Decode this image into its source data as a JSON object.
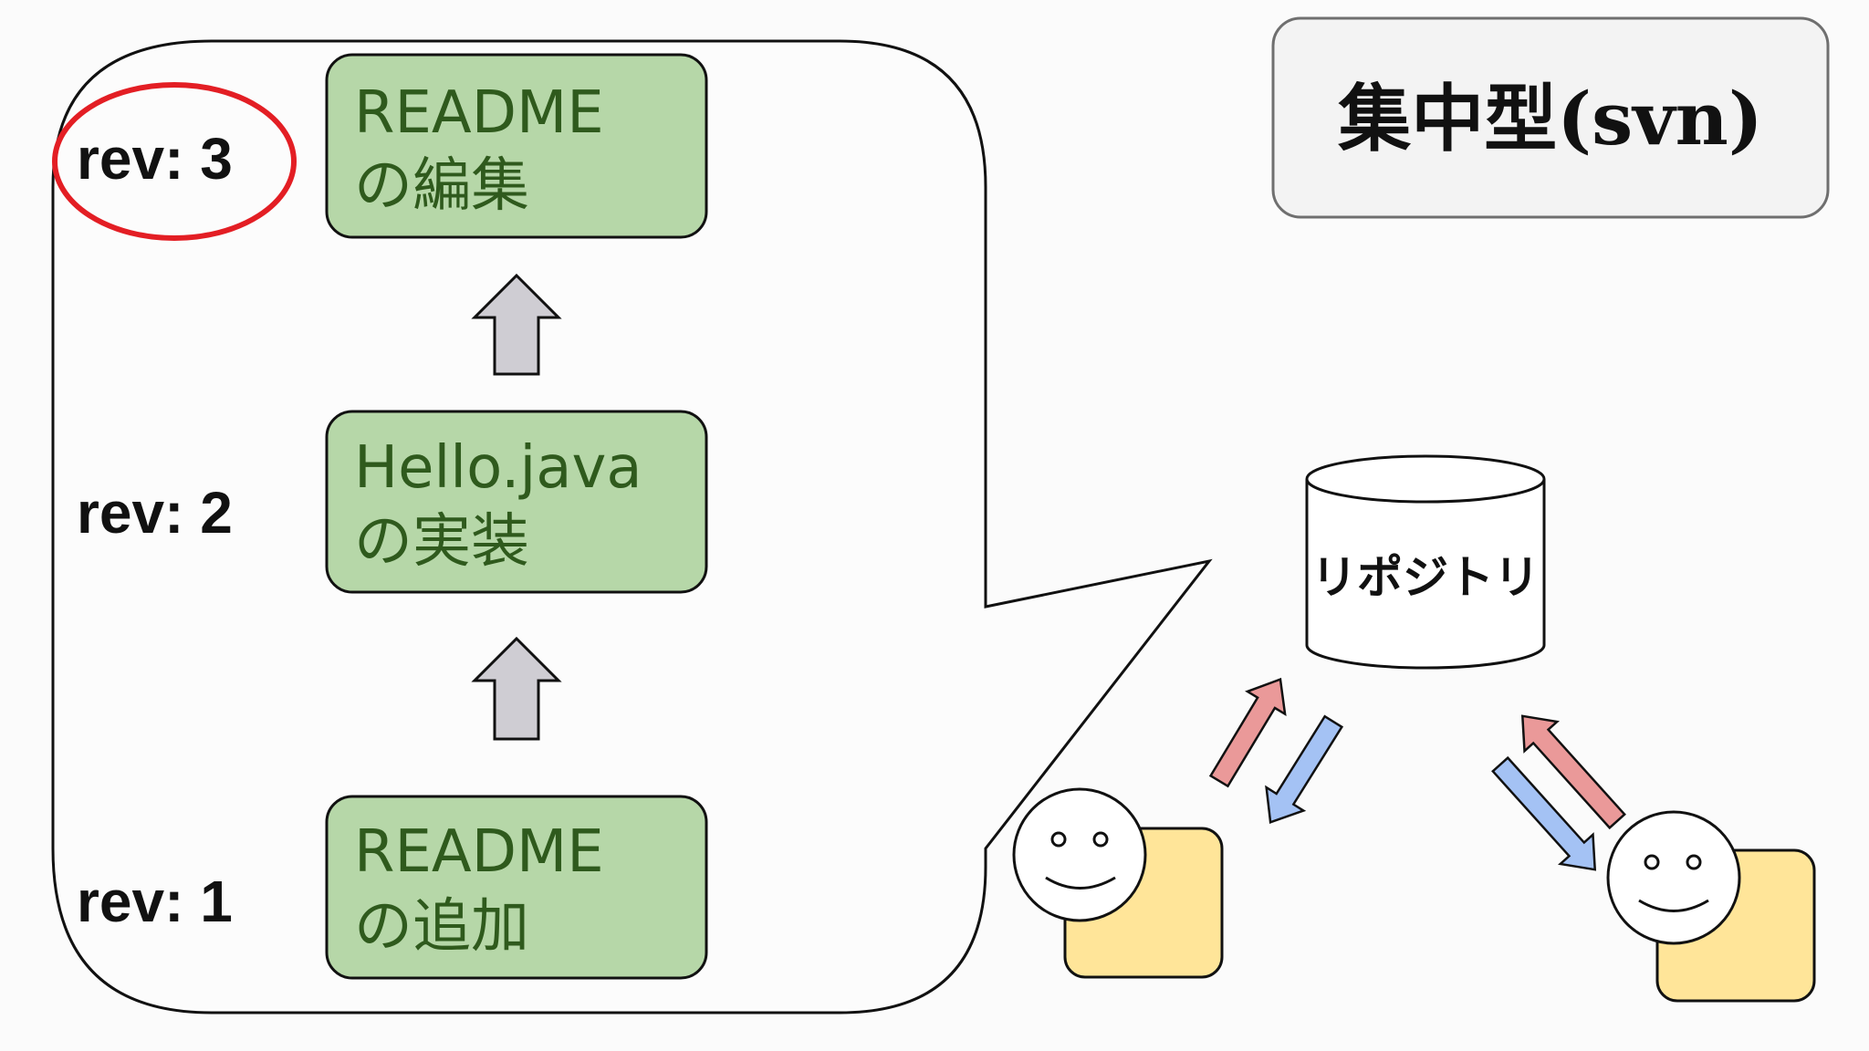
{
  "title": "集中型(svn)",
  "revisions": [
    {
      "label": "rev: 3",
      "line1": "README",
      "line2": "の編集",
      "highlighted": true
    },
    {
      "label": "rev: 2",
      "line1": "Hello.java",
      "line2": "の実装",
      "highlighted": false
    },
    {
      "label": "rev: 1",
      "line1": "README",
      "line2": "の追加",
      "highlighted": false
    }
  ],
  "repository": {
    "label": "リポジトリ"
  },
  "colors": {
    "commit_box_fill": "#b6d7a8",
    "commit_box_text": "#2f5a1d",
    "highlight_circle": "#e31e24",
    "history_arrow": "#cfcdd3",
    "upload_arrow": "#ea9999",
    "download_arrow": "#a4c2f4",
    "user_body": "#ffe599",
    "title_box_fill": "#f3f3f3"
  },
  "icons": {
    "history_arrows": "up-arrow-icon",
    "users": "smiley-face-icon",
    "repository": "database-cylinder-icon",
    "sync_arrows": "sync-arrow-icon"
  }
}
